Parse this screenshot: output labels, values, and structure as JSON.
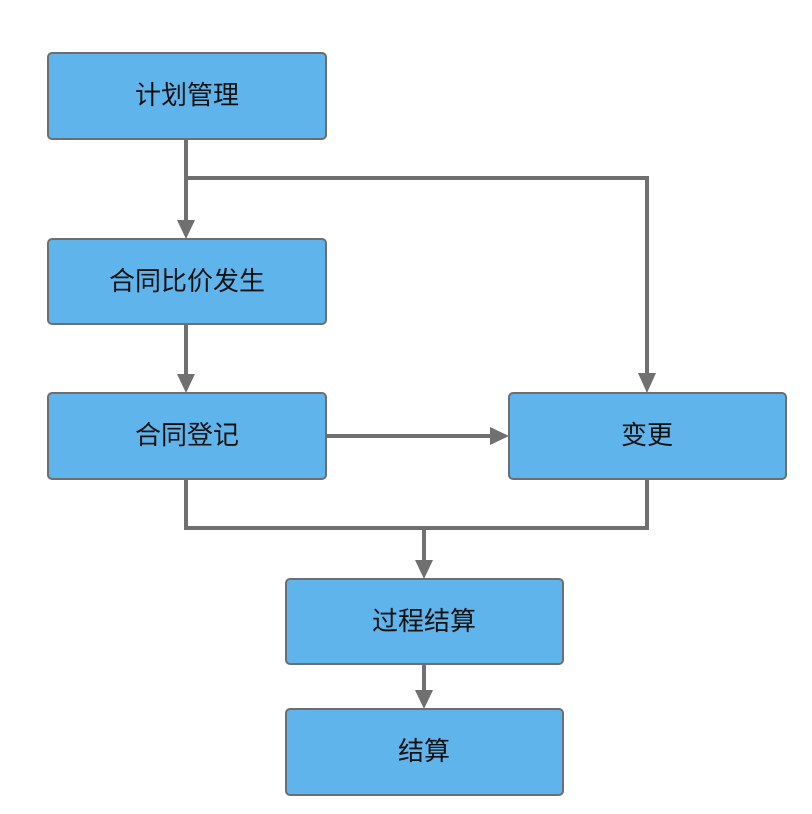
{
  "nodes": {
    "plan": "计划管理",
    "compare": "合同比价发生",
    "register": "合同登记",
    "change": "变更",
    "process_settle": "过程结算",
    "settle": "结算"
  },
  "colors": {
    "node_fill": "#5fb4ec",
    "node_border": "#6e6e6e",
    "edge": "#707070",
    "text": "#111111"
  }
}
